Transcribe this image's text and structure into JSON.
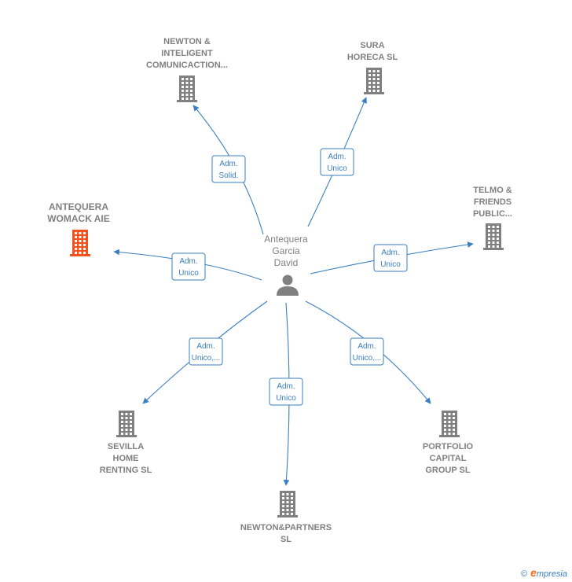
{
  "center": {
    "lines": [
      "Antequera",
      "Garcia",
      "David"
    ],
    "icon": "person-icon"
  },
  "companies": [
    {
      "id": "newton-inteligent",
      "lines": [
        "NEWTON &",
        "INTELIGENT",
        "COMUNICACTION..."
      ],
      "color": "#808080",
      "role": [
        "Adm.",
        "Solid."
      ]
    },
    {
      "id": "sura-horeca",
      "lines": [
        "SURA",
        "HORECA  SL"
      ],
      "color": "#808080",
      "role": [
        "Adm.",
        "Unico"
      ]
    },
    {
      "id": "telmo-friends",
      "lines": [
        "TELMO &",
        "FRIENDS",
        "PUBLIC..."
      ],
      "color": "#808080",
      "role": [
        "Adm.",
        "Unico"
      ]
    },
    {
      "id": "antequera-womack",
      "lines": [
        "ANTEQUERA",
        "WOMACK  AIE"
      ],
      "color": "#f4511e",
      "role": [
        "Adm.",
        "Unico"
      ]
    },
    {
      "id": "sevilla-home",
      "lines": [
        "SEVILLA",
        "HOME",
        "RENTING  SL"
      ],
      "color": "#808080",
      "role": [
        "Adm.",
        "Unico,..."
      ]
    },
    {
      "id": "newton-partners",
      "lines": [
        "NEWTON&PARTNERS",
        "SL"
      ],
      "color": "#808080",
      "role": [
        "Adm.",
        "Unico"
      ]
    },
    {
      "id": "portfolio-capital",
      "lines": [
        "PORTFOLIO",
        "CAPITAL",
        "GROUP SL"
      ],
      "color": "#808080",
      "role": [
        "Adm.",
        "Unico,..."
      ]
    }
  ],
  "colors": {
    "edge": "#3a7fc1",
    "label_border": "#3a7fc1",
    "label_text": "#3a7fc1",
    "text": "#808080"
  },
  "footer": {
    "copyright": "©",
    "brand_initial": "e",
    "brand_rest": "mpresia"
  }
}
